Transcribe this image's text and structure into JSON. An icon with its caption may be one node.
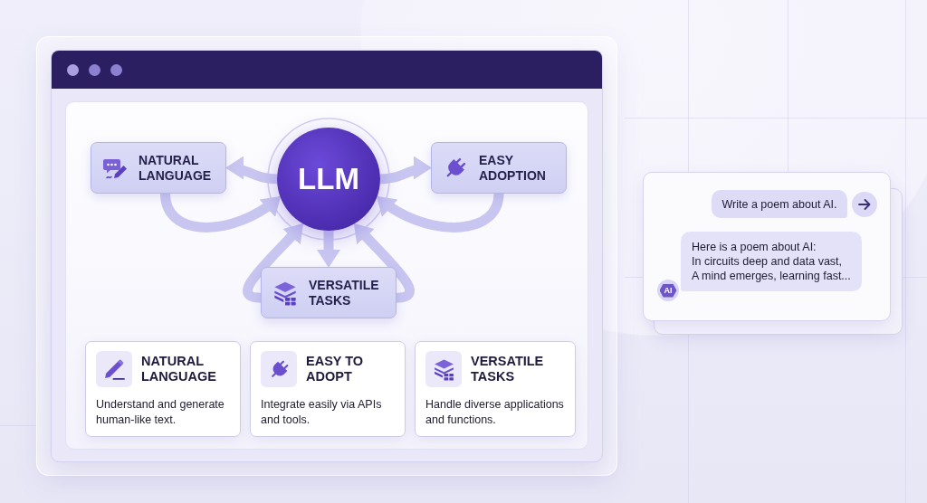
{
  "diagram": {
    "nodes": [
      {
        "text": [
          "NATURAL LANGUAGE"
        ]
      },
      {
        "text": [
          "LLM"
        ]
      },
      {
        "text": [
          "EASY ADOPTION"
        ]
      },
      {
        "text": [
          "VERSATILE TASKS"
        ]
      },
      {
        "text": [
          "NATURAL LANGUAGE",
          "Understand and generate human-like text."
        ]
      },
      {
        "text": [
          "EASY TO ADOPT",
          "Integrate easily via APIs and tools."
        ]
      },
      {
        "text": [
          "VERSATILE TASKS",
          "Handle diverse applications and functions."
        ]
      },
      {
        "text": [
          "Write a poem about AI."
        ]
      },
      {
        "text": [
          "Here is a poem about AI:",
          "In circuits deep and data vast,",
          "A mind emerges, learning fast..."
        ]
      },
      {
        "text": [
          "AI"
        ]
      }
    ],
    "edges": [
      {
        "from": 1,
        "to": 0,
        "arrow": "to"
      },
      {
        "from": 1,
        "to": 2,
        "arrow": "to"
      },
      {
        "from": 1,
        "to": 3,
        "arrow": "to"
      },
      {
        "from": 0,
        "to": 1,
        "arrow": "to"
      },
      {
        "from": 2,
        "to": 1,
        "arrow": "to"
      },
      {
        "from": 3,
        "to": 1,
        "arrow": "to"
      },
      {
        "from": 3,
        "to": 1,
        "arrow": "to"
      }
    ]
  }
}
